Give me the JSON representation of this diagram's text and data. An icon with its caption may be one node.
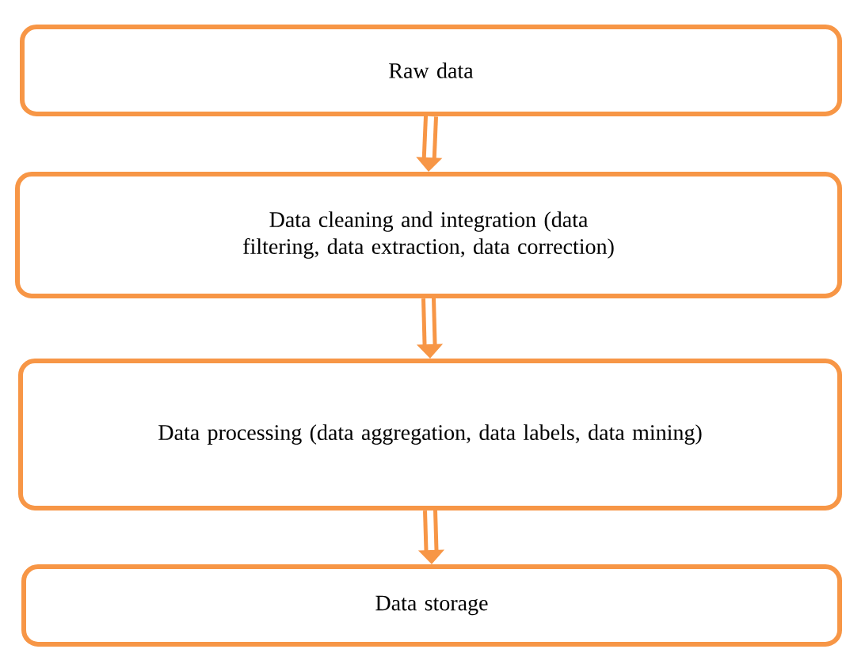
{
  "diagram": {
    "nodes": [
      {
        "text": [
          "Raw data"
        ]
      },
      {
        "text": [
          "Data cleaning and integration (data filtering, data extraction, data correction)"
        ]
      },
      {
        "text": [
          "Data processing (data aggregation, data labels, data mining)"
        ]
      },
      {
        "text": [
          "Data storage"
        ]
      }
    ],
    "edges": [
      {
        "from": 0,
        "to": 1,
        "arrow": "to"
      },
      {
        "from": 1,
        "to": 2,
        "arrow": "to"
      },
      {
        "from": 2,
        "to": 3,
        "arrow": "to"
      }
    ]
  }
}
